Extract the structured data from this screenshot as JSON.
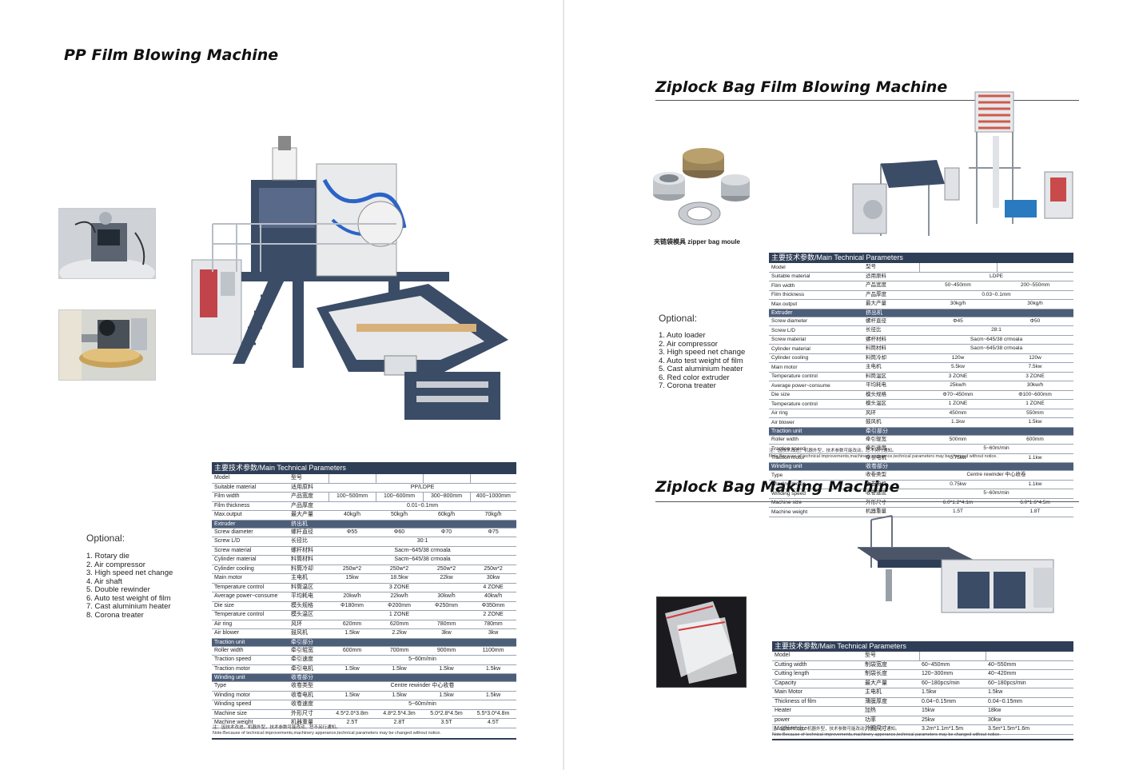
{
  "left": {
    "heading": "PP Film Blowing Machine",
    "optional_title": "Optional:",
    "optional_items": [
      "1. Rotary die",
      "2. Air compressor",
      "3. High speed net change",
      "4. Air shaft",
      "5. Double rewinder",
      "6. Auto test weight of film",
      "7. Cast aluminium heater",
      "8. Corona treater"
    ],
    "table_title": "主要技术参数/Main Technical Parameters",
    "rows": {
      "model": {
        "en": "Model",
        "cn": "型号"
      },
      "material": {
        "en": "Suitable material",
        "cn": "适用原料",
        "v": "PP/LDPE"
      },
      "width": {
        "en": "Film width",
        "cn": "产品宽度",
        "v1": "100~500mm",
        "v2": "100~600mm",
        "v3": "300~800mm",
        "v4": "400~1000mm"
      },
      "thick": {
        "en": "Film thickness",
        "cn": "产品厚度",
        "v": "0.01~0.1mm"
      },
      "output": {
        "en": "Max.output",
        "cn": "最大产量",
        "v1": "40kg/h",
        "v2": "50kg/h",
        "v3": "60kg/h",
        "v4": "70kg/h"
      },
      "sec_extruder": {
        "en": "Extruder",
        "cn": "挤出机"
      },
      "screw": {
        "en": "Screw diameter",
        "cn": "螺杆直径",
        "v1": "Φ55",
        "v2": "Φ60",
        "v3": "Φ70",
        "v4": "Φ75"
      },
      "ld": {
        "en": "Screw L/D",
        "cn": "长径比",
        "v": "30:1"
      },
      "smat": {
        "en": "Screw material",
        "cn": "螺杆材料",
        "v": "Sacm~645/38 crmoala"
      },
      "cmat": {
        "en": "Cylinder material",
        "cn": "料筒材料",
        "v": "Sacm~645/38 crmoala"
      },
      "cool": {
        "en": "Cylinder cooling",
        "cn": "料筒冷却",
        "v1": "250w*2",
        "v2": "250w*2",
        "v3": "250w*2",
        "v4": "250w*2"
      },
      "motor": {
        "en": "Main motor",
        "cn": "主电机",
        "v1": "15kw",
        "v2": "18.5kw",
        "v3": "22kw",
        "v4": "30kw"
      },
      "temp": {
        "en": "Temperature control",
        "cn": "料筒温区",
        "v1": "3 ZONE",
        "v2": "4 ZONE"
      },
      "power": {
        "en": "Average power~consume",
        "cn": "平均耗电",
        "v1": "20kw/h",
        "v2": "22kw/h",
        "v3": "30kw/h",
        "v4": "40kw/h"
      },
      "die": {
        "en": "Die size",
        "cn": "模头规格",
        "v1": "Φ180mm",
        "v2": "Φ200mm",
        "v3": "Φ250mm",
        "v4": "Φ350mm"
      },
      "dtemp": {
        "en": "Temperature control",
        "cn": "模头温区",
        "v1": "1 ZONE",
        "v2": "2 ZONE"
      },
      "ring": {
        "en": "Air ring",
        "cn": "风环",
        "v1": "620mm",
        "v2": "620mm",
        "v3": "780mm",
        "v4": "780mm"
      },
      "blower": {
        "en": "Air blower",
        "cn": "鼓风机",
        "v1": "1.5kw",
        "v2": "2.2kw",
        "v3": "3kw",
        "v4": "3kw"
      },
      "sec_traction": {
        "en": "Traction unit",
        "cn": "牵引部分"
      },
      "roller": {
        "en": "Roller width",
        "cn": "牵引辊宽",
        "v1": "600mm",
        "v2": "700mm",
        "v3": "900mm",
        "v4": "1100mm"
      },
      "tspeed": {
        "en": "Traction speed",
        "cn": "牵引速度",
        "v": "5~60m/min"
      },
      "tmotor": {
        "en": "Traction motor",
        "cn": "牵引电机",
        "v1": "1.5kw",
        "v2": "1.5kw",
        "v3": "1.5kw",
        "v4": "1.5kw"
      },
      "sec_winding": {
        "en": "Winding unit",
        "cn": "收卷部分"
      },
      "type": {
        "en": "Type",
        "cn": "收卷类型",
        "v": "Centre rewinder 中心收卷"
      },
      "wmotor": {
        "en": "Winding motor",
        "cn": "收卷电机",
        "v1": "1.5kw",
        "v2": "1.5kw",
        "v3": "1.5kw",
        "v4": "1.5kw"
      },
      "wspeed": {
        "en": "Winding speed",
        "cn": "收卷速度",
        "v": "5~60m/min"
      },
      "msize": {
        "en": "Machine size",
        "cn": "外形尺寸",
        "v1": "4.5*2.0*3.8m",
        "v2": "4.8*2.5*4.3m",
        "v3": "5.0*2.8*4.5m",
        "v4": "5.5*3.0*4.8m"
      },
      "mweight": {
        "en": "Machine weight",
        "cn": "机器重量",
        "v1": "2.5T",
        "v2": "2.8T",
        "v3": "3.5T",
        "v4": "4.5T"
      }
    },
    "note_cn": "注：因技术改进，机器外型，技术参数可能改动，恕不另行通知。",
    "note_en": "Note:Because of technical improvements,machinery apperance,technical parameters may be changed without notice."
  },
  "right_top": {
    "heading": "Ziplock Bag Film Blowing Machine",
    "caption": "夹链袋模具 zipper bag moule",
    "optional_title": "Optional:",
    "optional_items": [
      "1. Auto loader",
      "2. Air compressor",
      "3. High speed net change",
      "4. Auto test weight of film",
      "5. Cast aluminium heater",
      "6. Red color extruder",
      "7. Corona treater"
    ],
    "table_title": "主要技术参数/Main Technical Parameters",
    "rows": {
      "model": {
        "en": "Model",
        "cn": "型号"
      },
      "material": {
        "en": "Suitable material",
        "cn": "适用原料",
        "v": "LDPE"
      },
      "width": {
        "en": "Film width",
        "cn": "产品宽度",
        "v1": "50~450mm",
        "v2": "200~550mm"
      },
      "thick": {
        "en": "Film thickness",
        "cn": "产品厚度",
        "v": "0.03~0.1mm"
      },
      "output": {
        "en": "Max.output",
        "cn": "最大产量",
        "v1": "30kg/h",
        "v2": "30kg/h"
      },
      "sec_extruder": {
        "en": "Extruder",
        "cn": "挤出机"
      },
      "screw": {
        "en": "Screw diameter",
        "cn": "螺杆直径",
        "v1": "Φ45",
        "v2": "Φ50"
      },
      "ld": {
        "en": "Screw L/D",
        "cn": "长径比",
        "v": "28:1"
      },
      "smat": {
        "en": "Screw material",
        "cn": "螺杆材料",
        "v": "Sacm~645/38 crmoala"
      },
      "cmat": {
        "en": "Cylinder material",
        "cn": "料筒材料",
        "v": "Sacm~645/38 crmoala"
      },
      "cool": {
        "en": "Cylinder cooling",
        "cn": "料筒冷却",
        "v1": "120w",
        "v2": "120w"
      },
      "motor": {
        "en": "Main motor",
        "cn": "主电机",
        "v1": "5.5kw",
        "v2": "7.5kw"
      },
      "temp": {
        "en": "Temperature control",
        "cn": "料筒温区",
        "v1": "3 ZONE",
        "v2": "3 ZONE"
      },
      "power": {
        "en": "Average power~consume",
        "cn": "平均耗电",
        "v1": "25kw/h",
        "v2": "30kw/h"
      },
      "die": {
        "en": "Die size",
        "cn": "模头规格",
        "v1": "Φ70~450mm",
        "v2": "Φ100~600mm"
      },
      "dtemp": {
        "en": "Temperature control",
        "cn": "模头温区",
        "v1": "1 ZONE",
        "v2": "1 ZONE"
      },
      "ring": {
        "en": "Air ring",
        "cn": "风环",
        "v1": "450mm",
        "v2": "550mm"
      },
      "blower": {
        "en": "Air blower",
        "cn": "鼓风机",
        "v1": "1.1kw",
        "v2": "1.5kw"
      },
      "sec_traction": {
        "en": "Traction unit",
        "cn": "牵引部分"
      },
      "roller": {
        "en": "Roller width",
        "cn": "牵引辊宽",
        "v1": "500mm",
        "v2": "600mm"
      },
      "tspeed": {
        "en": "Traction speed",
        "cn": "牵引速度",
        "v": "5~60m/min"
      },
      "tmotor": {
        "en": "Traction motor",
        "cn": "牵引电机",
        "v1": "0.75kw",
        "v2": "1.1kw"
      },
      "sec_winding": {
        "en": "Winding unit",
        "cn": "收卷部分"
      },
      "type": {
        "en": "Type",
        "cn": "收卷类型",
        "v": "Centre rewinder 中心收卷"
      },
      "wmotor": {
        "en": "Winding motor",
        "cn": "收卷电机",
        "v1": "0.75kw",
        "v2": "1.1kw"
      },
      "wspeed": {
        "en": "Winding speed",
        "cn": "收卷速度",
        "v": "5~60m/min"
      },
      "msize": {
        "en": "Machine size",
        "cn": "外形尺寸",
        "v1": "6.0*1.2*4.1m",
        "v2": "6.0*1.6*4.5m"
      },
      "mweight": {
        "en": "Machine weight",
        "cn": "机器重量",
        "v1": "1.5T",
        "v2": "1.8T"
      }
    },
    "note_cn": "注：因技术改进，机器外型，技术参数可能改动，恕不另行通知。",
    "note_en": "Note:Because of technical improvements,machinery apperance,technical parameters may be changed without notice."
  },
  "right_bottom": {
    "heading": "Ziplock Bag Making Machine",
    "table_title": "主要技术参数/Main Technical Parameters",
    "rows": {
      "model": {
        "en": "Model",
        "cn": "型号"
      },
      "cwidth": {
        "en": "Cutting width",
        "cn": "制袋宽度",
        "v1": "60~450mm",
        "v2": "40~550mm"
      },
      "clength": {
        "en": "Cutting length",
        "cn": "制袋长度",
        "v1": "120~300mm",
        "v2": "40~420mm"
      },
      "cap": {
        "en": "Capacity",
        "cn": "最大产量",
        "v1": "60~180pcs/min",
        "v2": "60~180pcs/min"
      },
      "motor": {
        "en": "Main Motor",
        "cn": "主电机",
        "v1": "1.5kw",
        "v2": "1.5kw"
      },
      "thick": {
        "en": "Thickness of film",
        "cn": "薄膜厚度",
        "v1": "0.04~0.15mm",
        "v2": "0.04~0.15mm"
      },
      "heater": {
        "en": "Heater",
        "cn": "加热",
        "v1": "15kw",
        "v2": "18kw"
      },
      "power": {
        "en": "power",
        "cn": "功率",
        "v1": "25kw",
        "v2": "30kw"
      },
      "msize": {
        "en": "Machine size",
        "cn": "外观尺寸",
        "v1": "3.2m*1.1m*1.5m",
        "v2": "3.5m*1.5m*1.6m"
      }
    },
    "note_cn": "注：因技术改进，机器外型，技术参数可能改动，恕不另行通知。",
    "note_en": "Note:Because of technical improvements,machinery apperance,technical parameters may be changed without notice."
  },
  "colors": {
    "table_header": "#2f3e57",
    "section": "#4d5e79",
    "machine_blue": "#3b4c66"
  }
}
